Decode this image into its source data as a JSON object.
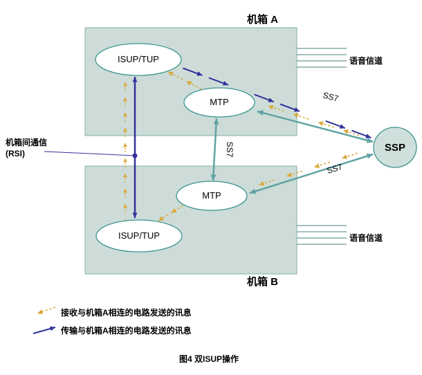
{
  "colors": {
    "navy": "#32329b",
    "gold": "#daa83a",
    "teal": "#5fa3a3",
    "box_fill": "#cddcd8",
    "box_stroke": "#84b0aa",
    "node_stroke": "#3d948e",
    "node_fill": "#ffffff",
    "ssp_fill": "#cfe0dc",
    "voice_line": "#45807b"
  },
  "chassis_a": {
    "label": "机箱 A",
    "voice_label": "语音信道"
  },
  "chassis_b": {
    "label": "机箱 B",
    "voice_label": "语音信道"
  },
  "nodes": {
    "isup_a": "ISUP/TUP",
    "mtp_a": "MTP",
    "mtp_b": "MTP",
    "isup_b": "ISUP/TUP",
    "ssp": "SSP"
  },
  "links": {
    "ss7_a": "SS7",
    "ss7_inter_mtp": "SS7",
    "ss7_b": "SS7"
  },
  "rsi": {
    "line1": "机箱间通信",
    "line2": "(RSI)"
  },
  "legend": {
    "receive": "接收与机箱A相连的电路发送的讯息",
    "transmit": "传输与机箱A相连的电路发送的讯息"
  },
  "caption": "图4 双ISUP操作"
}
